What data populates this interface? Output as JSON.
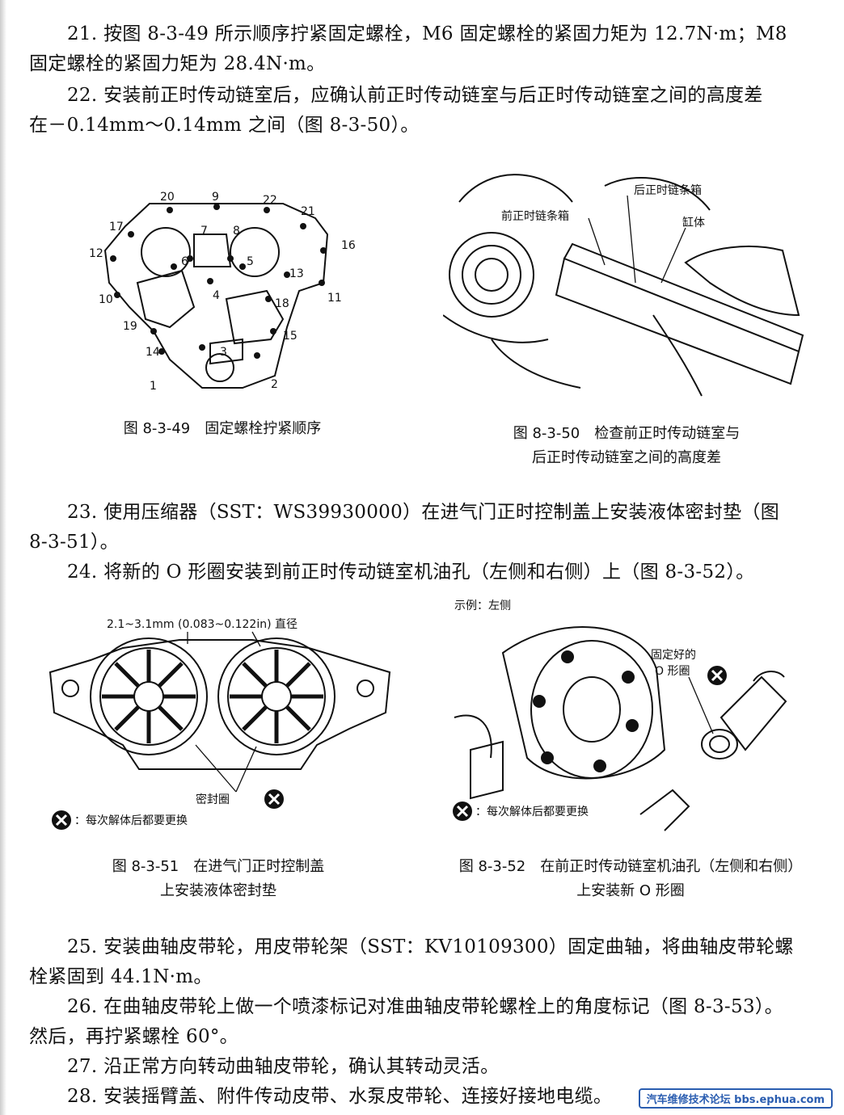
{
  "paragraphs": {
    "p21_line1": "21. 按图 8-3-49 所示顺序拧紧固定螺栓，M6 固定螺栓的紧固力矩为 12.7N·m；M8",
    "p21_line2": "固定螺栓的紧固力矩为 28.4N·m。",
    "p22_line1": "22. 安装前正时传动链室后，应确认前正时传动链室与后正时传动链室之间的高度差",
    "p22_line2": "在－0.14mm～0.14mm 之间（图 8-3-50）。",
    "p23_line1": "23. 使用压缩器（SST：WS39930000）在进气门正时控制盖上安装液体密封垫（图",
    "p23_line2": "8-3-51）。",
    "p24_line1": "24. 将新的 O 形圈安装到前正时传动链室机油孔（左侧和右侧）上（图 8-3-52）。",
    "p25_line1": "25. 安装曲轴皮带轮，用皮带轮架（SST：KV10109300）固定曲轴，将曲轴皮带轮螺",
    "p25_line2": "栓紧固到 44.1N·m。",
    "p26_line1": "26. 在曲轴皮带轮上做一个喷漆标记对准曲轴皮带轮螺栓上的角度标记（图 8-3-53）。",
    "p26_line2": "然后，再拧紧螺栓 60°。",
    "p27_line1": "27. 沿正常方向转动曲轴皮带轮，确认其转动灵活。",
    "p28_line1": "28. 安装摇臂盖、附件传动皮带、水泵皮带轮、连接好接地电缆。"
  },
  "figures": {
    "fig49": {
      "caption": "图 8-3-49　固定螺栓拧紧顺序",
      "bolt_numbers": [
        "20",
        "9",
        "22",
        "21",
        "17",
        "16",
        "12",
        "7",
        "8",
        "6",
        "5",
        "13",
        "4",
        "10",
        "11",
        "18",
        "19",
        "15",
        "14",
        "3",
        "1",
        "2"
      ]
    },
    "fig50": {
      "caption_line1": "图 8-3-50　检查前正时传动链室与",
      "caption_line2": "后正时传动链室之间的高度差",
      "label_rear": "后正时链条箱",
      "label_front": "前正时链条箱",
      "label_block": "缸体"
    },
    "fig51": {
      "caption_line1": "图 8-3-51　在进气门正时控制盖",
      "caption_line2": "上安装液体密封垫",
      "label_diameter": "2.1~3.1mm (0.083~0.122in) 直径",
      "label_seal": "密封圈",
      "label_replace": "：每次解体后都要更换"
    },
    "fig52": {
      "caption_line1": "图 8-3-52　在前正时传动链室机油孔（左侧和右侧）",
      "caption_line2": "上安装新 O 形圈",
      "label_example": "示例：左侧",
      "label_oring_line1": "固定好的",
      "label_oring_line2": "O 形圈",
      "label_replace": "：每次解体后都要更换"
    }
  },
  "watermark": "汽车维修技术论坛 bbs.ephua.com"
}
